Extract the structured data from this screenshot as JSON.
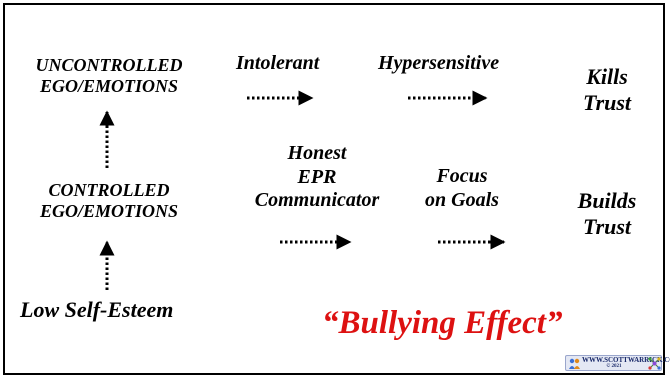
{
  "nodes": {
    "uncontrolled": [
      "UNCONTROLLED",
      "EGO/EMOTIONS"
    ],
    "controlled": [
      "CONTROLLED",
      "EGO/EMOTIONS"
    ],
    "low_self_esteem": "Low Self-Esteem",
    "intolerant": "Intolerant",
    "hypersensitive": "Hypersensitive",
    "kills_trust": [
      "Kills",
      "Trust"
    ],
    "honest": [
      "Honest",
      "EPR",
      "Communicator"
    ],
    "focus": [
      "Focus",
      "on Goals"
    ],
    "builds_trust": [
      "Builds",
      "Trust"
    ]
  },
  "bullying_effect": "“Bullying Effect”",
  "colors": {
    "accent": "#dd1111",
    "text": "#000000"
  },
  "badge": {
    "site": "WWW.SCOTTWARRICK.COM",
    "copyright": "© 2021",
    "icons": [
      "people-icon",
      "network-icon"
    ]
  }
}
